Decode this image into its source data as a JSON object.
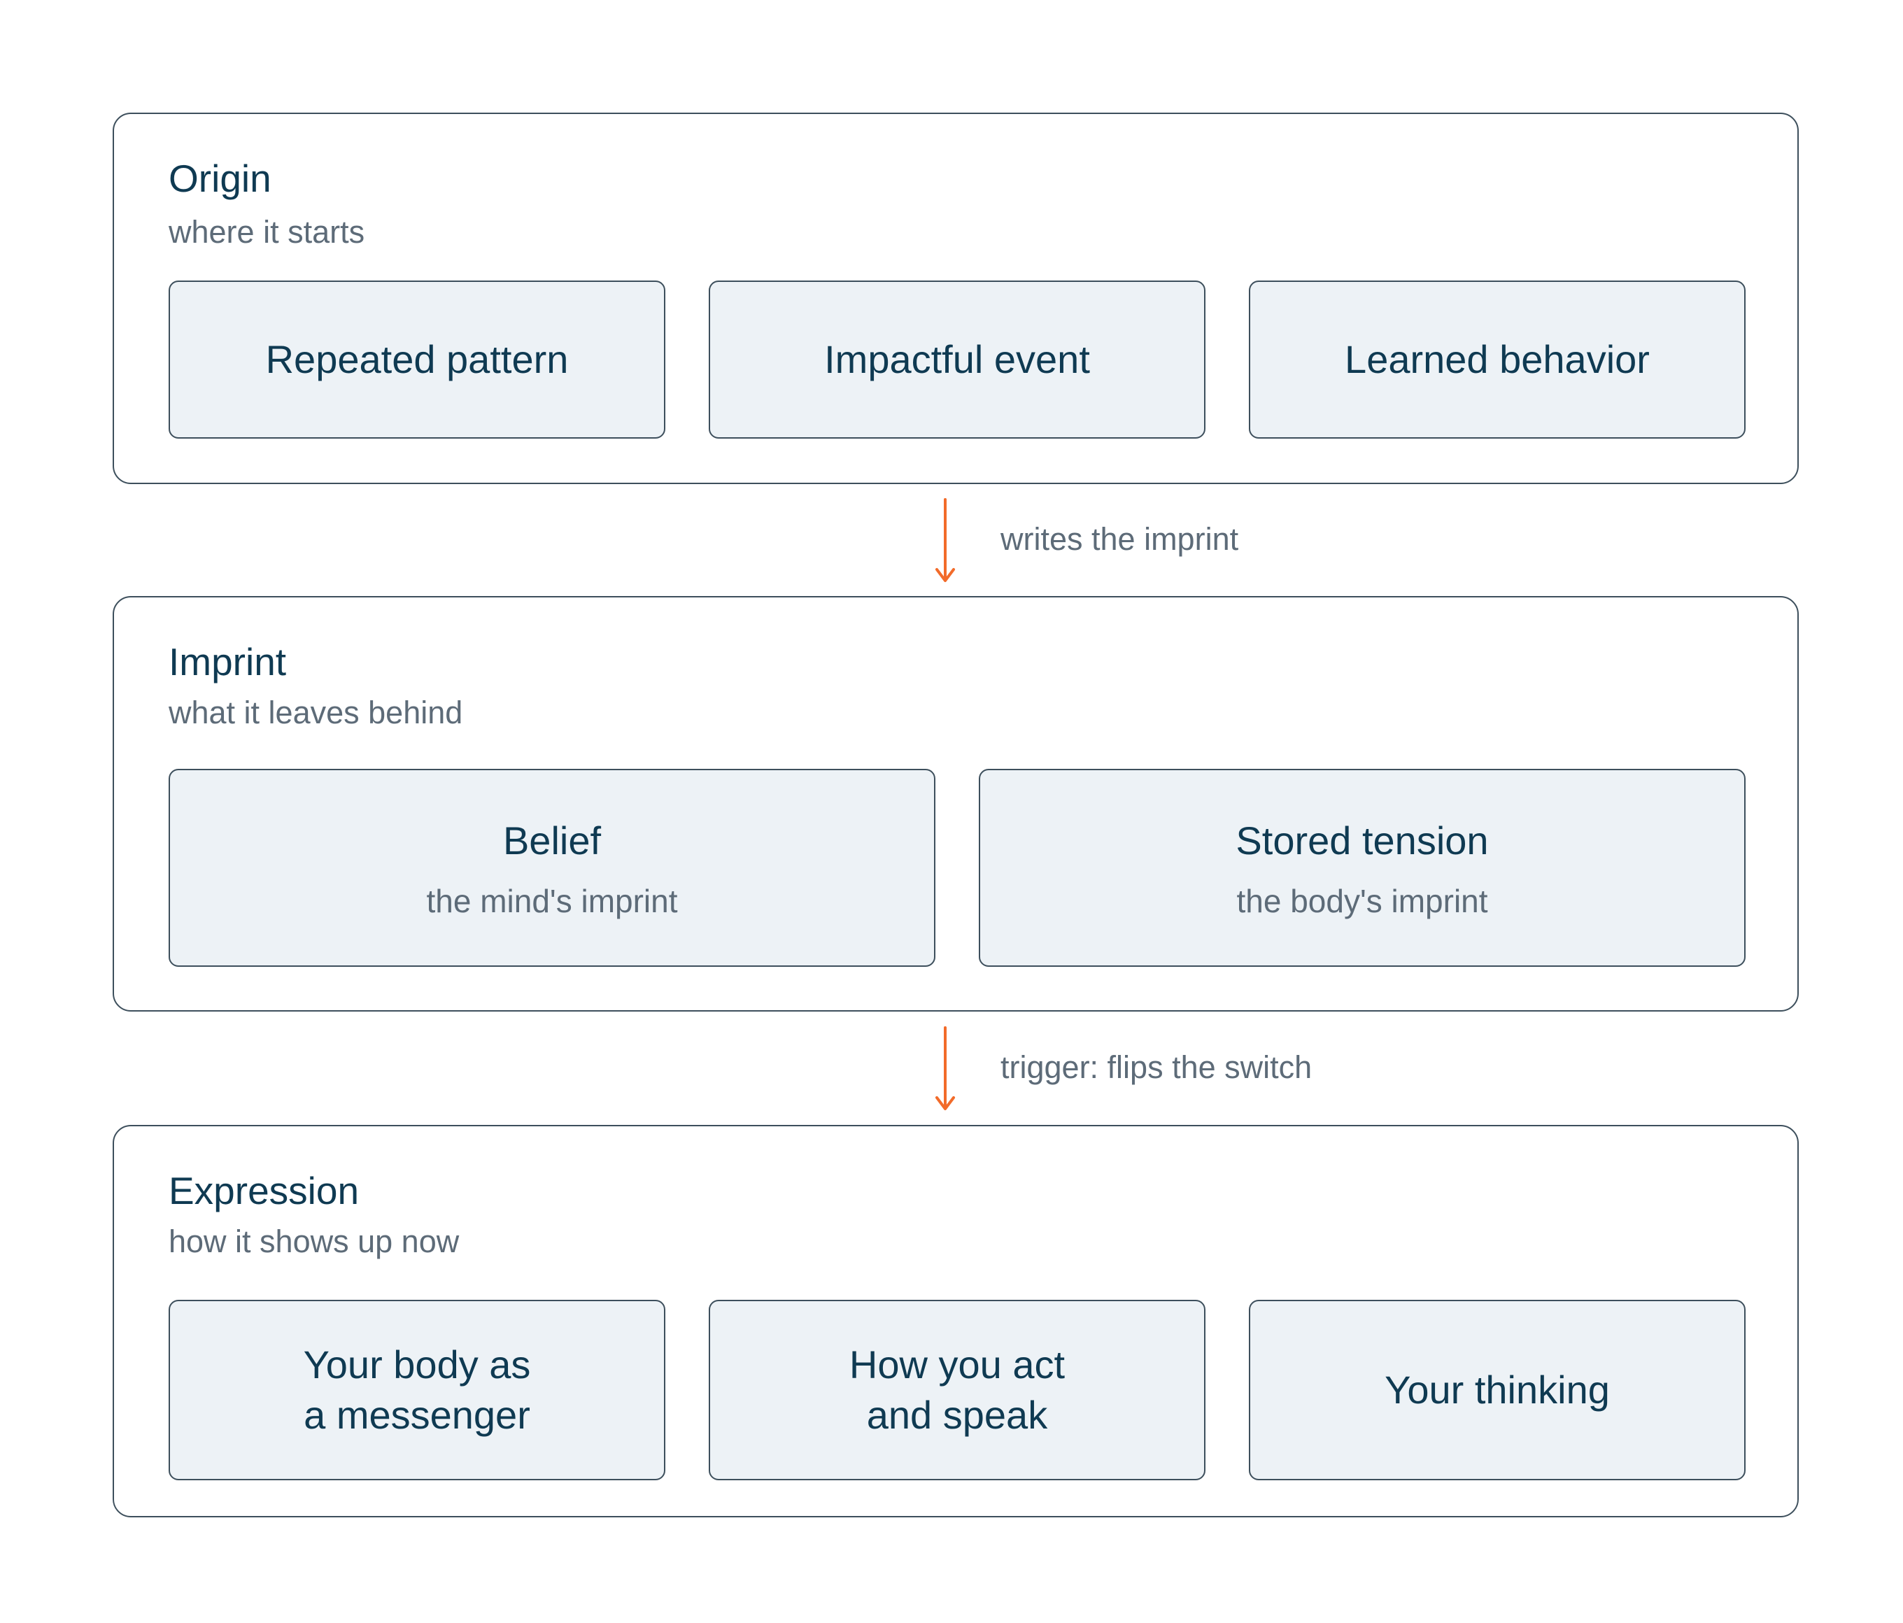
{
  "origin": {
    "title": "Origin",
    "subtitle": "where it starts",
    "cards": [
      {
        "label": "Repeated pattern"
      },
      {
        "label": "Impactful event"
      },
      {
        "label": "Learned behavior"
      }
    ]
  },
  "connector_1": {
    "label": "writes the imprint"
  },
  "imprint": {
    "title": "Imprint",
    "subtitle": "what it leaves behind",
    "cards": [
      {
        "label": "Belief",
        "note": "the mind's imprint"
      },
      {
        "label": "Stored tension",
        "note": "the body's imprint"
      }
    ]
  },
  "connector_2": {
    "label": "trigger: flips the switch"
  },
  "expression": {
    "title": "Expression",
    "subtitle": "how it shows up now",
    "cards": [
      {
        "label": "Your body as\na messenger"
      },
      {
        "label": "How you act\nand speak"
      },
      {
        "label": "Your thinking"
      }
    ]
  },
  "colors": {
    "border": "#3d4f5c",
    "card_fill": "#edf2f6",
    "title_text": "#0f3a52",
    "subtitle_text": "#5d6b78",
    "arrow": "#f26b2a"
  }
}
